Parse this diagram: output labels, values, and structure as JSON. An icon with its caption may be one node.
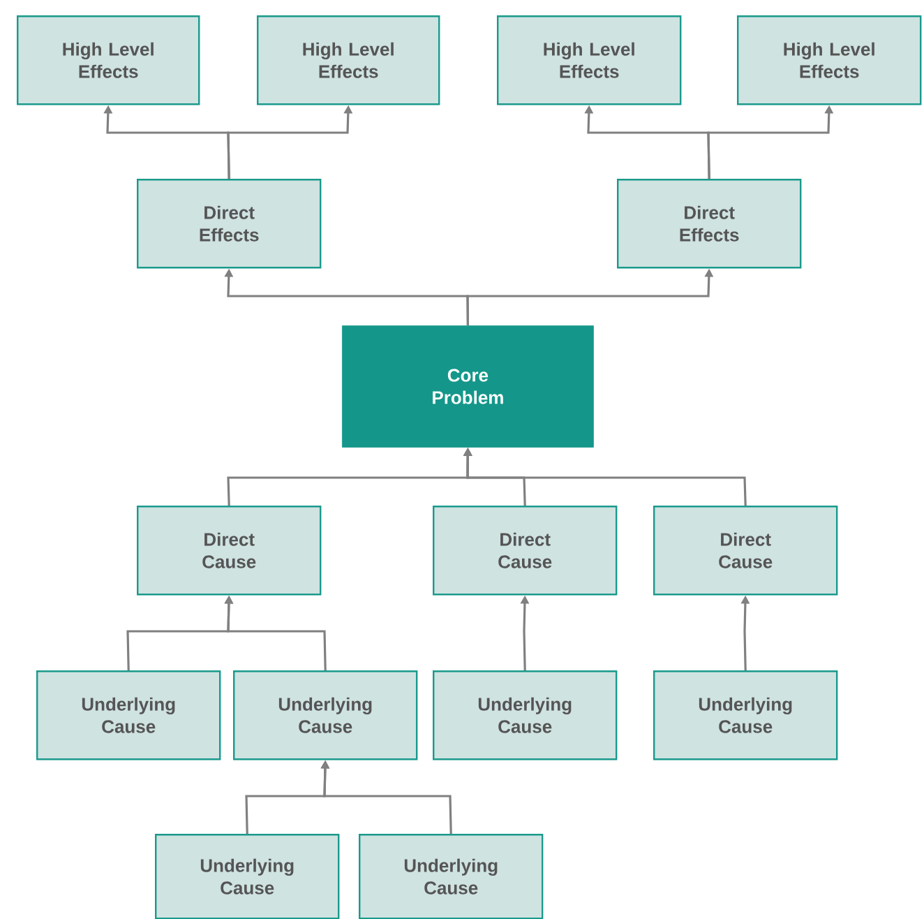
{
  "diagram": {
    "nodes": [
      {
        "text": [
          "High Level Effects"
        ]
      },
      {
        "text": [
          "High Level Effects"
        ]
      },
      {
        "text": [
          "High Level Effects"
        ]
      },
      {
        "text": [
          "High Level Effects"
        ]
      },
      {
        "text": [
          "Direct Effects"
        ]
      },
      {
        "text": [
          "Direct Effects"
        ]
      },
      {
        "text": [
          "Core Problem"
        ]
      },
      {
        "text": [
          "Direct Cause"
        ]
      },
      {
        "text": [
          "Direct Cause"
        ]
      },
      {
        "text": [
          "Direct Cause"
        ]
      },
      {
        "text": [
          "Underlying Cause"
        ]
      },
      {
        "text": [
          "Underlying Cause"
        ]
      },
      {
        "text": [
          "Underlying Cause"
        ]
      },
      {
        "text": [
          "Underlying Cause"
        ]
      },
      {
        "text": [
          "Underlying Cause"
        ]
      },
      {
        "text": [
          "Underlying Cause"
        ]
      }
    ],
    "edges": [
      {
        "from": 4,
        "to": 0,
        "arrow": "to"
      },
      {
        "from": 4,
        "to": 1,
        "arrow": "to"
      },
      {
        "from": 5,
        "to": 2,
        "arrow": "to"
      },
      {
        "from": 5,
        "to": 3,
        "arrow": "to"
      },
      {
        "from": 6,
        "to": 4,
        "arrow": "to"
      },
      {
        "from": 6,
        "to": 5,
        "arrow": "to"
      },
      {
        "from": 7,
        "to": 6,
        "arrow": "to"
      },
      {
        "from": 8,
        "to": 6,
        "arrow": "to"
      },
      {
        "from": 9,
        "to": 6,
        "arrow": "to"
      },
      {
        "from": 10,
        "to": 7,
        "arrow": "to"
      },
      {
        "from": 11,
        "to": 7,
        "arrow": "to"
      },
      {
        "from": 12,
        "to": 8,
        "arrow": "to"
      },
      {
        "from": 13,
        "to": 9,
        "arrow": "to"
      },
      {
        "from": 14,
        "to": 11,
        "arrow": "to"
      },
      {
        "from": 15,
        "to": 11,
        "arrow": "to"
      }
    ]
  }
}
